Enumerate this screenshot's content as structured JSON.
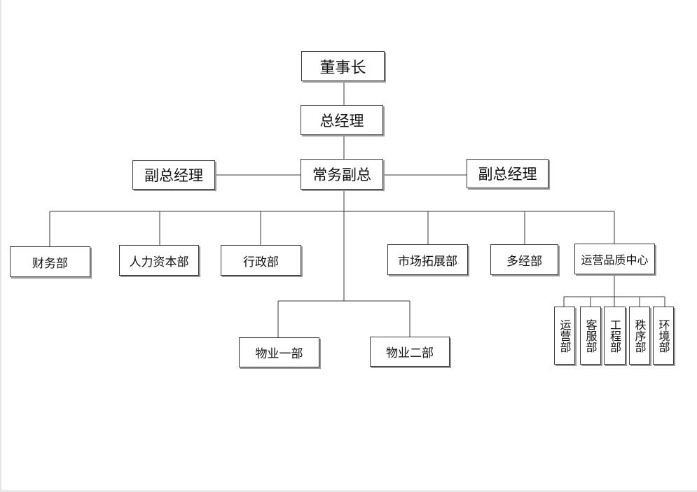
{
  "nodes": {
    "chairman": "董事长",
    "general_manager": "总经理",
    "executive_vice": "常务副总",
    "deputy_left": "副总经理",
    "deputy_right": "副总经理",
    "finance": "财务部",
    "hr": "人力资本部",
    "admin": "行政部",
    "market": "市场拓展部",
    "diversified": "多经部",
    "ops_quality": "运营品质中心",
    "property_1": "物业一部",
    "property_2": "物业二部",
    "ops_dept": "运营部",
    "service_dept": "客服部",
    "engineering_dept": "工程部",
    "order_dept": "秩序部",
    "environment_dept": "环境部"
  },
  "colors": {
    "line": "#3a3a3a",
    "shadow": "#9a9a9a"
  }
}
